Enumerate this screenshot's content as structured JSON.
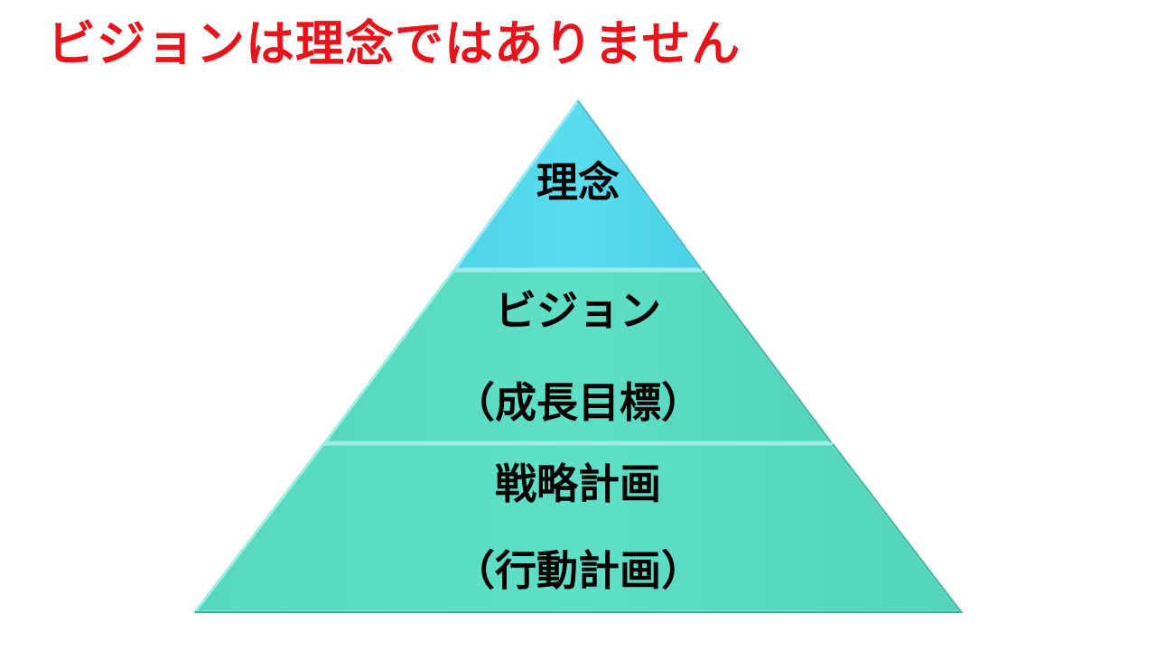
{
  "title": "ビジョンは理念ではありません",
  "colors": {
    "title": "#e8141c",
    "tier_top": "#55dcee",
    "tier_lower": "#5ddec4",
    "edge_light": "#9af0e2",
    "edge_dark": "#3fb3a0"
  },
  "pyramid": {
    "tiers": [
      {
        "lines": [
          "理念"
        ]
      },
      {
        "lines": [
          "ビジョン",
          "（成長目標）"
        ]
      },
      {
        "lines": [
          "戦略計画",
          "（行動計画）"
        ]
      }
    ]
  }
}
